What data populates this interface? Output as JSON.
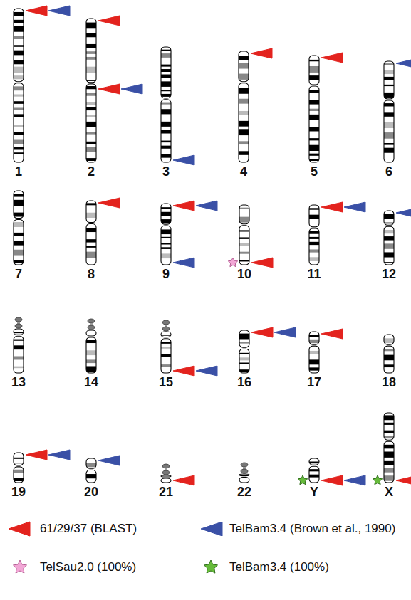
{
  "diagram": {
    "labels": [
      "1",
      "2",
      "3",
      "4",
      "5",
      "6",
      "7",
      "8",
      "9",
      "10",
      "11",
      "12",
      "13",
      "14",
      "15",
      "16",
      "17",
      "18",
      "19",
      "20",
      "21",
      "22",
      "Y",
      "X"
    ],
    "legend": [
      {
        "text": "61/29/37 (BLAST)"
      },
      {
        "text": "TelBam3.4 (Brown et al., 1990)"
      },
      {
        "text": "TelSau2.0 (100%)"
      },
      {
        "text": "TelBam3.4 (100%)"
      }
    ]
  }
}
